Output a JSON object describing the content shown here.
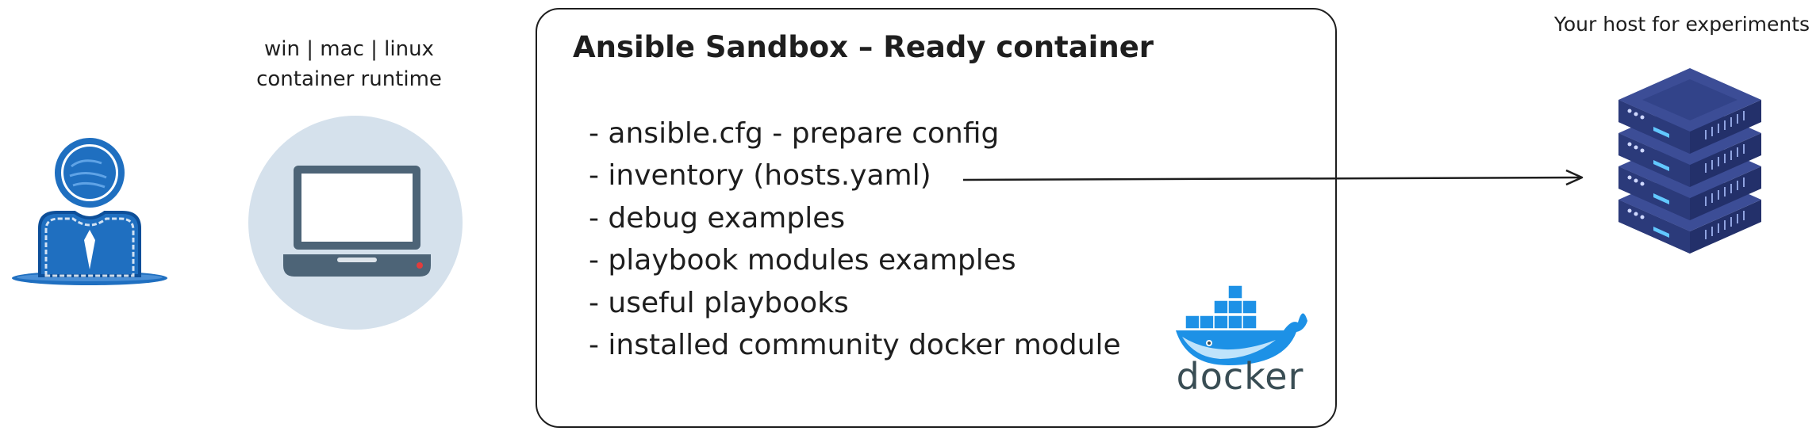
{
  "user": {
    "icon": "user-icon"
  },
  "laptop": {
    "label_line1": "win | mac | linux",
    "label_line2": "container runtime",
    "icon": "laptop-icon",
    "circle_color": "#d5e1ec"
  },
  "sandbox": {
    "title": "Ansible Sandbox – Ready container",
    "items": [
      "- ansible.cfg - prepare config",
      "- inventory (hosts.yaml)",
      "- debug examples",
      "- playbook modules examples",
      "- useful playbooks",
      "- installed community docker module"
    ],
    "logo_text": "docker",
    "logo_icon": "docker-whale-icon"
  },
  "host": {
    "label": "Your host for experiments",
    "icon": "server-stack-icon"
  },
  "colors": {
    "user_blue": "#1f6fc0",
    "laptop_dark": "#4d6477",
    "server_navy": "#2b3a7a",
    "docker_blue": "#1d91e6",
    "docker_text": "#394d54"
  }
}
